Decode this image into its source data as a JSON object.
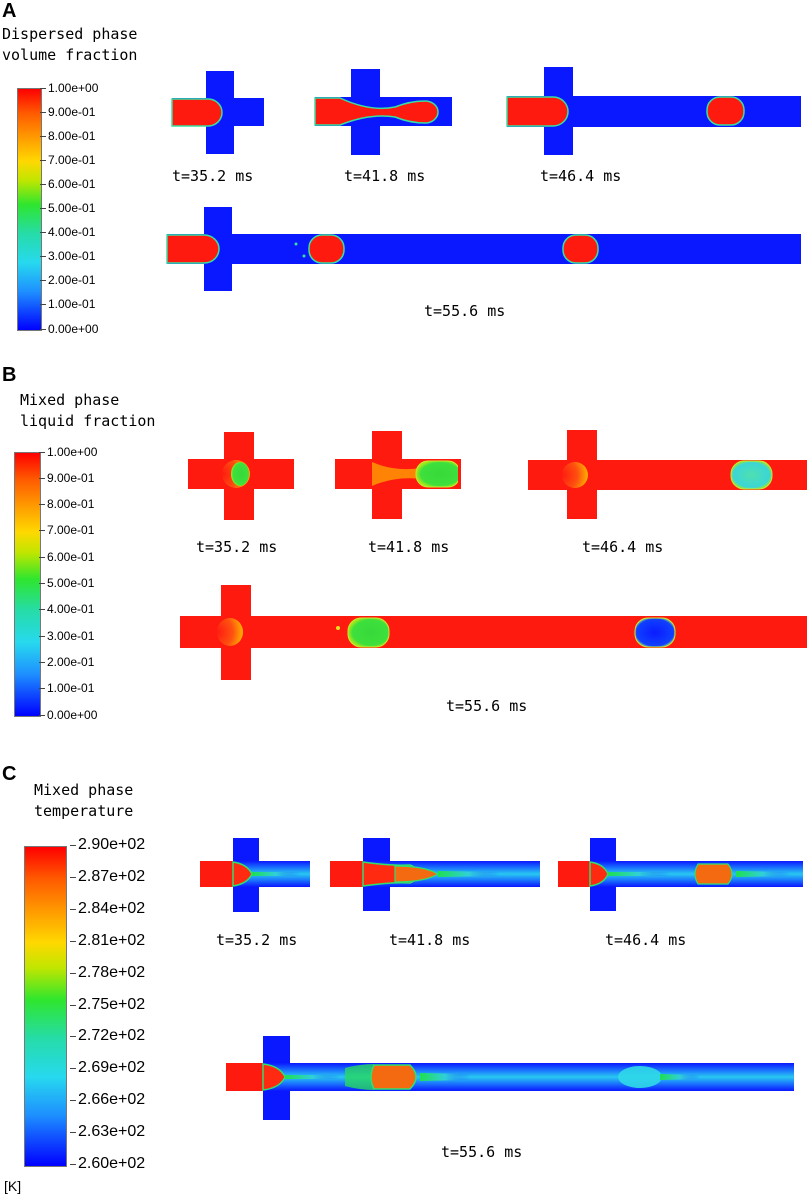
{
  "panels": [
    {
      "letter": "A",
      "title_line1": "Dispersed phase",
      "title_line2": "volume fraction",
      "colorbar_ticks": [
        "1.00e+00",
        "9.00e-01",
        "8.00e-01",
        "7.00e-01",
        "6.00e-01",
        "5.00e-01",
        "4.00e-01",
        "3.00e-01",
        "2.00e-01",
        "1.00e-01",
        "0.00e+00"
      ],
      "times": [
        "t=35.2 ms",
        "t=41.8 ms",
        "t=46.4 ms",
        "t=55.6 ms"
      ]
    },
    {
      "letter": "B",
      "title_line1": "Mixed phase",
      "title_line2": "liquid fraction",
      "colorbar_ticks": [
        "1.00e+00",
        "9.00e-01",
        "8.00e-01",
        "7.00e-01",
        "6.00e-01",
        "5.00e-01",
        "4.00e-01",
        "3.00e-01",
        "2.00e-01",
        "1.00e-01",
        "0.00e+00"
      ],
      "times": [
        "t=35.2 ms",
        "t=41.8 ms",
        "t=46.4 ms",
        "t=55.6 ms"
      ]
    },
    {
      "letter": "C",
      "title_line1": "Mixed phase",
      "title_line2": "temperature",
      "colorbar_ticks": [
        "2.90e+02",
        "2.87e+02",
        "2.84e+02",
        "2.81e+02",
        "2.78e+02",
        "2.75e+02",
        "2.72e+02",
        "2.69e+02",
        "2.66e+02",
        "2.63e+02",
        "2.60e+02"
      ],
      "unit": "[K]",
      "times": [
        "t=35.2 ms",
        "t=41.8 ms",
        "t=46.4 ms",
        "t=55.6 ms"
      ]
    }
  ],
  "colors": {
    "red": "#ff1a10",
    "blue": "#0a18ff",
    "green": "#2dd42d",
    "cyan": "#28d7e6",
    "orange": "#f46a10"
  }
}
